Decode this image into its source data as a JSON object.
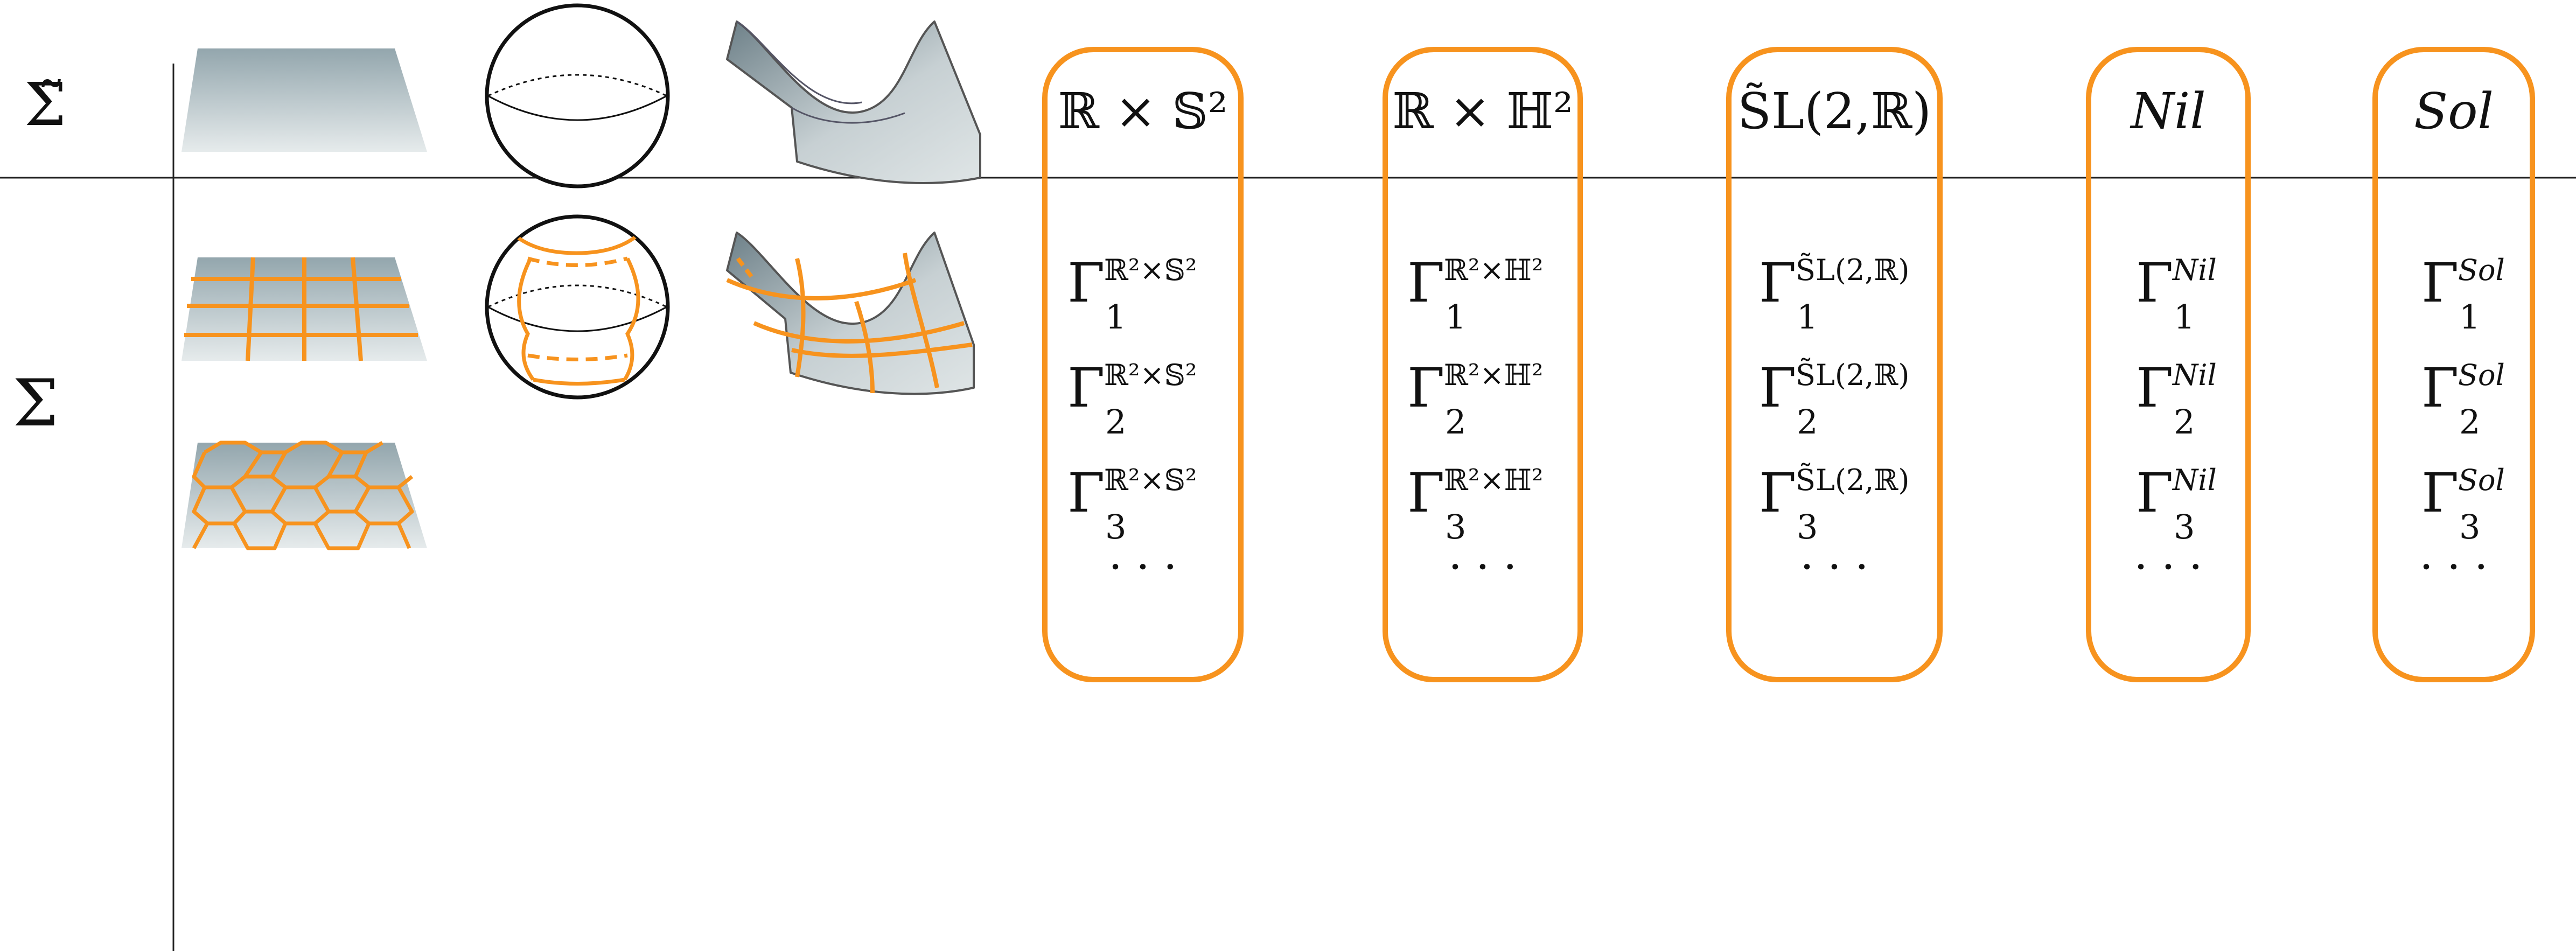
{
  "colors": {
    "accent": "#f7931e",
    "ink": "#111111",
    "surface_dark": "#7f9299",
    "surface_light": "#e4e9ea"
  },
  "row_labels": {
    "universal_cover": "Σ̃",
    "surface": "Σ"
  },
  "geometries": [
    {
      "header": "ℝ × 𝕊²",
      "groups": {
        "base": "Γ",
        "sup": "ℝ²×𝕊²",
        "subs": [
          "1",
          "2",
          "3"
        ]
      },
      "ellipsis": "· · ·"
    },
    {
      "header": "ℝ × ℍ²",
      "groups": {
        "base": "Γ",
        "sup": "ℝ²×ℍ²",
        "subs": [
          "1",
          "2",
          "3"
        ]
      },
      "ellipsis": "· · ·"
    },
    {
      "header": "S̃L(2,ℝ)",
      "groups": {
        "base": "Γ",
        "sup": "S̃L(2,ℝ)",
        "subs": [
          "1",
          "2",
          "3"
        ]
      },
      "ellipsis": "· · ·"
    },
    {
      "header": "Nil",
      "groups": {
        "base": "Γ",
        "sup": "Nil",
        "subs": [
          "1",
          "2",
          "3"
        ]
      },
      "ellipsis": "· · ·"
    },
    {
      "header": "Sol",
      "groups": {
        "base": "Γ",
        "sup": "Sol",
        "subs": [
          "1",
          "2",
          "3"
        ]
      },
      "ellipsis": "· · ·"
    }
  ],
  "icons": {
    "cover_row": [
      "flat-plane-icon",
      "sphere-icon",
      "saddle-surface-icon"
    ],
    "surface_row": [
      "flat-plane-square-grid-icon",
      "sphere-tiling-icon",
      "saddle-tiling-icon",
      "flat-plane-hex-grid-icon"
    ]
  }
}
